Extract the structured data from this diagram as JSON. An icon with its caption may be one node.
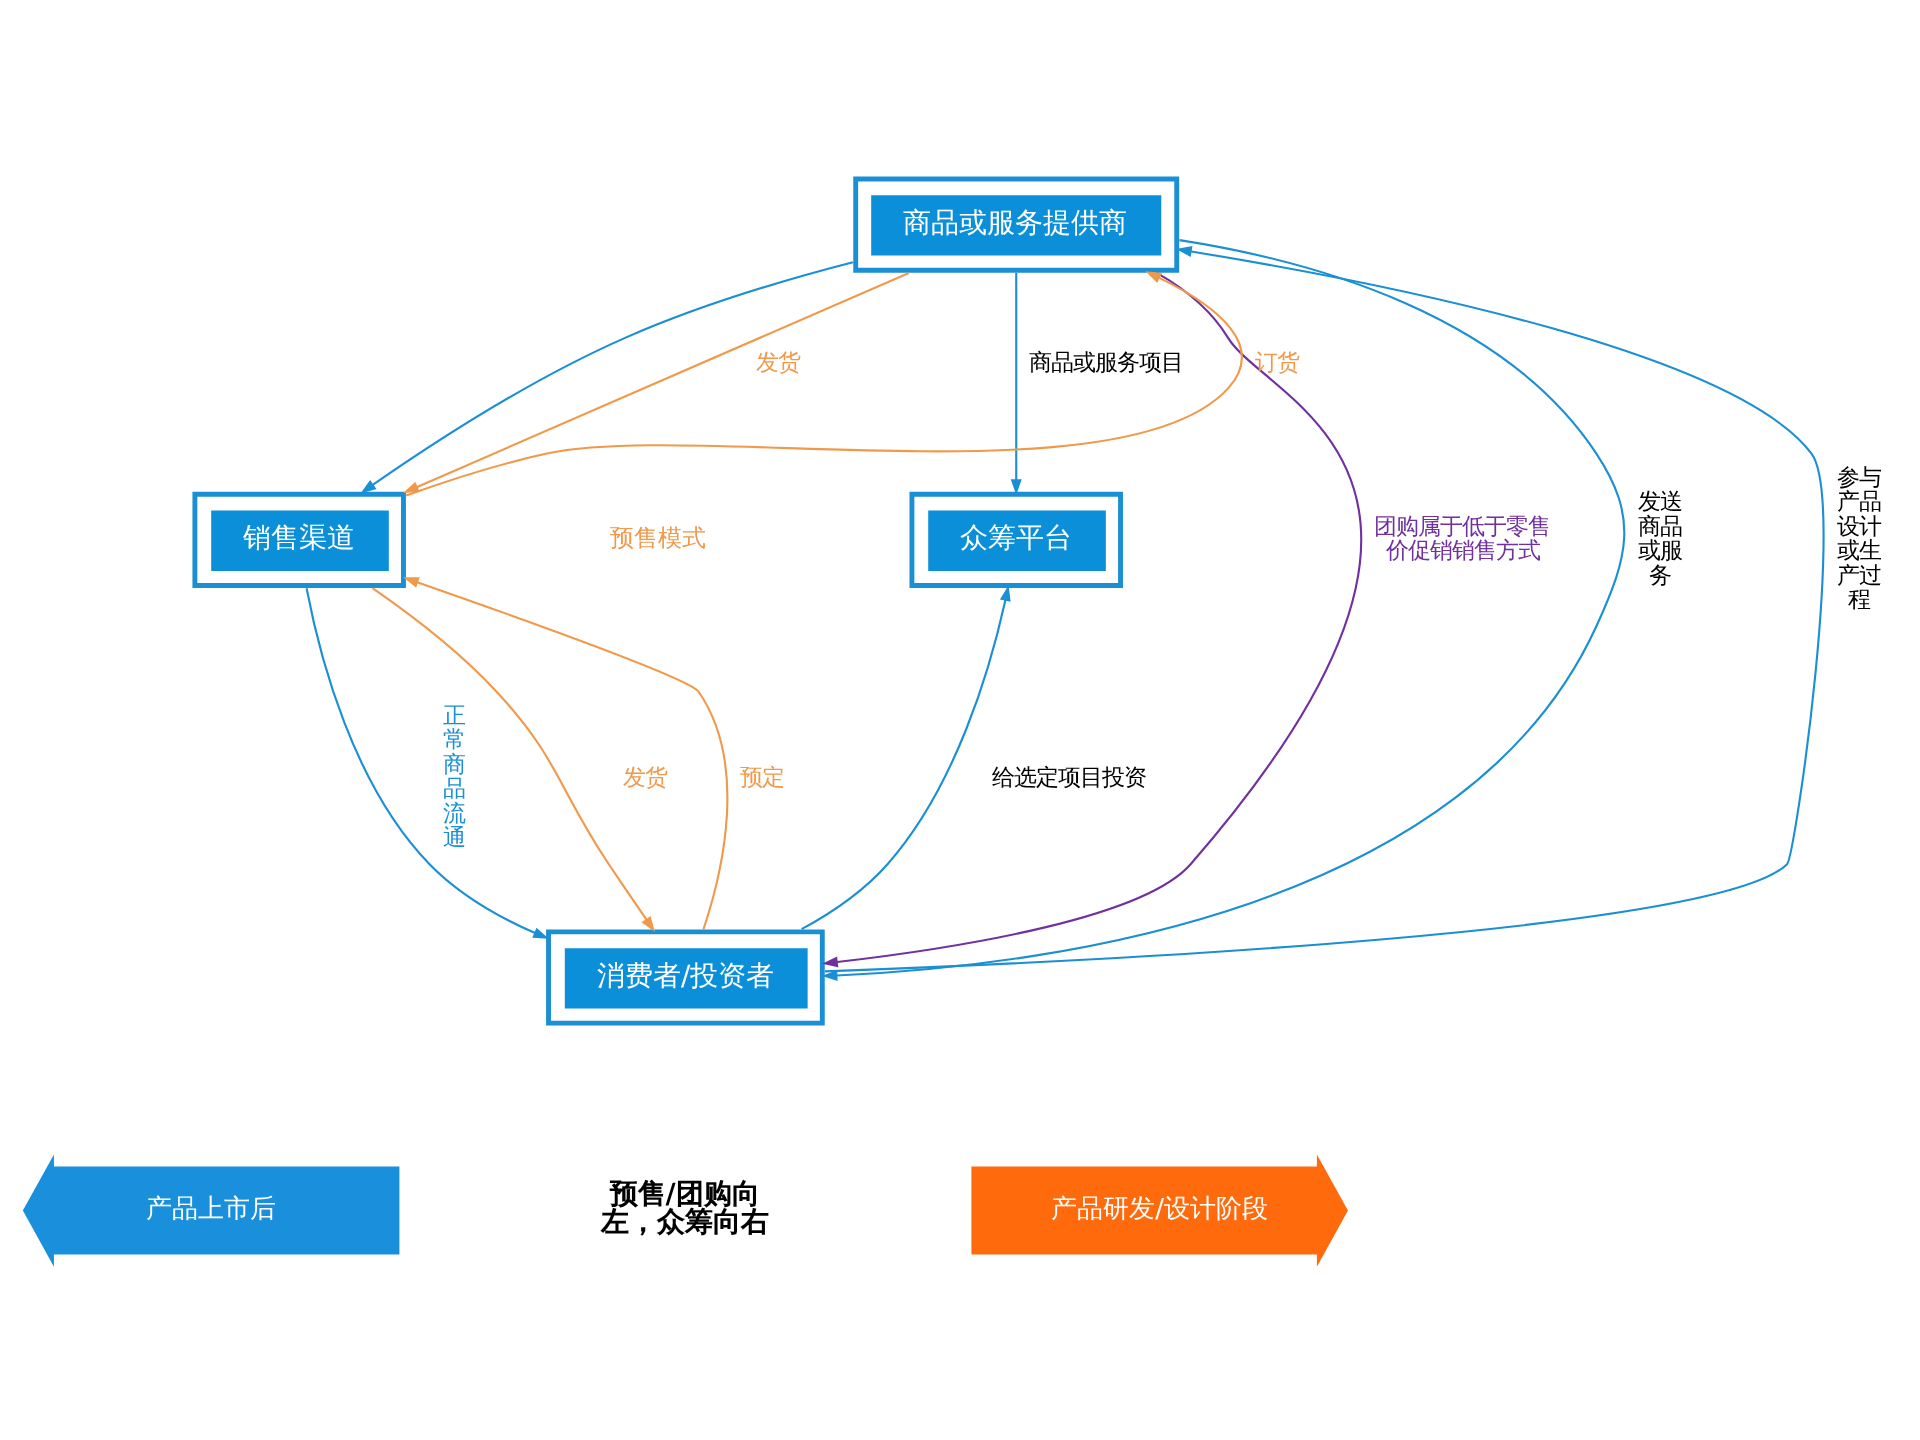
{
  "diagram": {
    "nodes": [
      {
        "text": [
          "商品或服务提供商"
        ]
      },
      {
        "text": [
          "销售渠道"
        ]
      },
      {
        "text": [
          "众筹平台"
        ]
      },
      {
        "text": [
          "消费者/投资者"
        ]
      },
      {
        "text": [
          "产品上市后"
        ]
      },
      {
        "text": [
          "产品研发/设计阶段"
        ]
      }
    ],
    "edges": [
      {
        "from": 0,
        "to": 3,
        "arrow": "to",
        "label": "团购属于低于零售价促销销售方式",
        "color": "#7030a0"
      },
      {
        "from": 0,
        "to": 1,
        "arrow": "to"
      },
      {
        "from": 1,
        "to": 3,
        "arrow": "to",
        "label": "正常商品流通"
      },
      {
        "from": 1,
        "to": 0,
        "arrow": "to",
        "label": "订货",
        "color": "#f0994a"
      },
      {
        "from": 0,
        "to": 1,
        "arrow": "to",
        "label": "发货",
        "color": "#f0994a"
      },
      {
        "from": 1,
        "to": 3,
        "arrow": "to",
        "label": "发货",
        "color": "#f0994a"
      },
      {
        "from": 3,
        "to": 1,
        "arrow": "to",
        "label": "预定",
        "color": "#f0994a"
      },
      {
        "from": 3,
        "to": 0,
        "arrow": "to",
        "label": "参与产品设计或生产过程"
      },
      {
        "from": 0,
        "to": 3,
        "arrow": "to",
        "label": "发送商品或服务"
      },
      {
        "from": 0,
        "to": 2,
        "arrow": "to",
        "label": "商品或服务项目"
      },
      {
        "from": 3,
        "to": 2,
        "arrow": "to",
        "label": "给选定项目投资"
      }
    ],
    "labels": [
      "预售模式",
      "预售/团购向左，众筹向右"
    ]
  }
}
